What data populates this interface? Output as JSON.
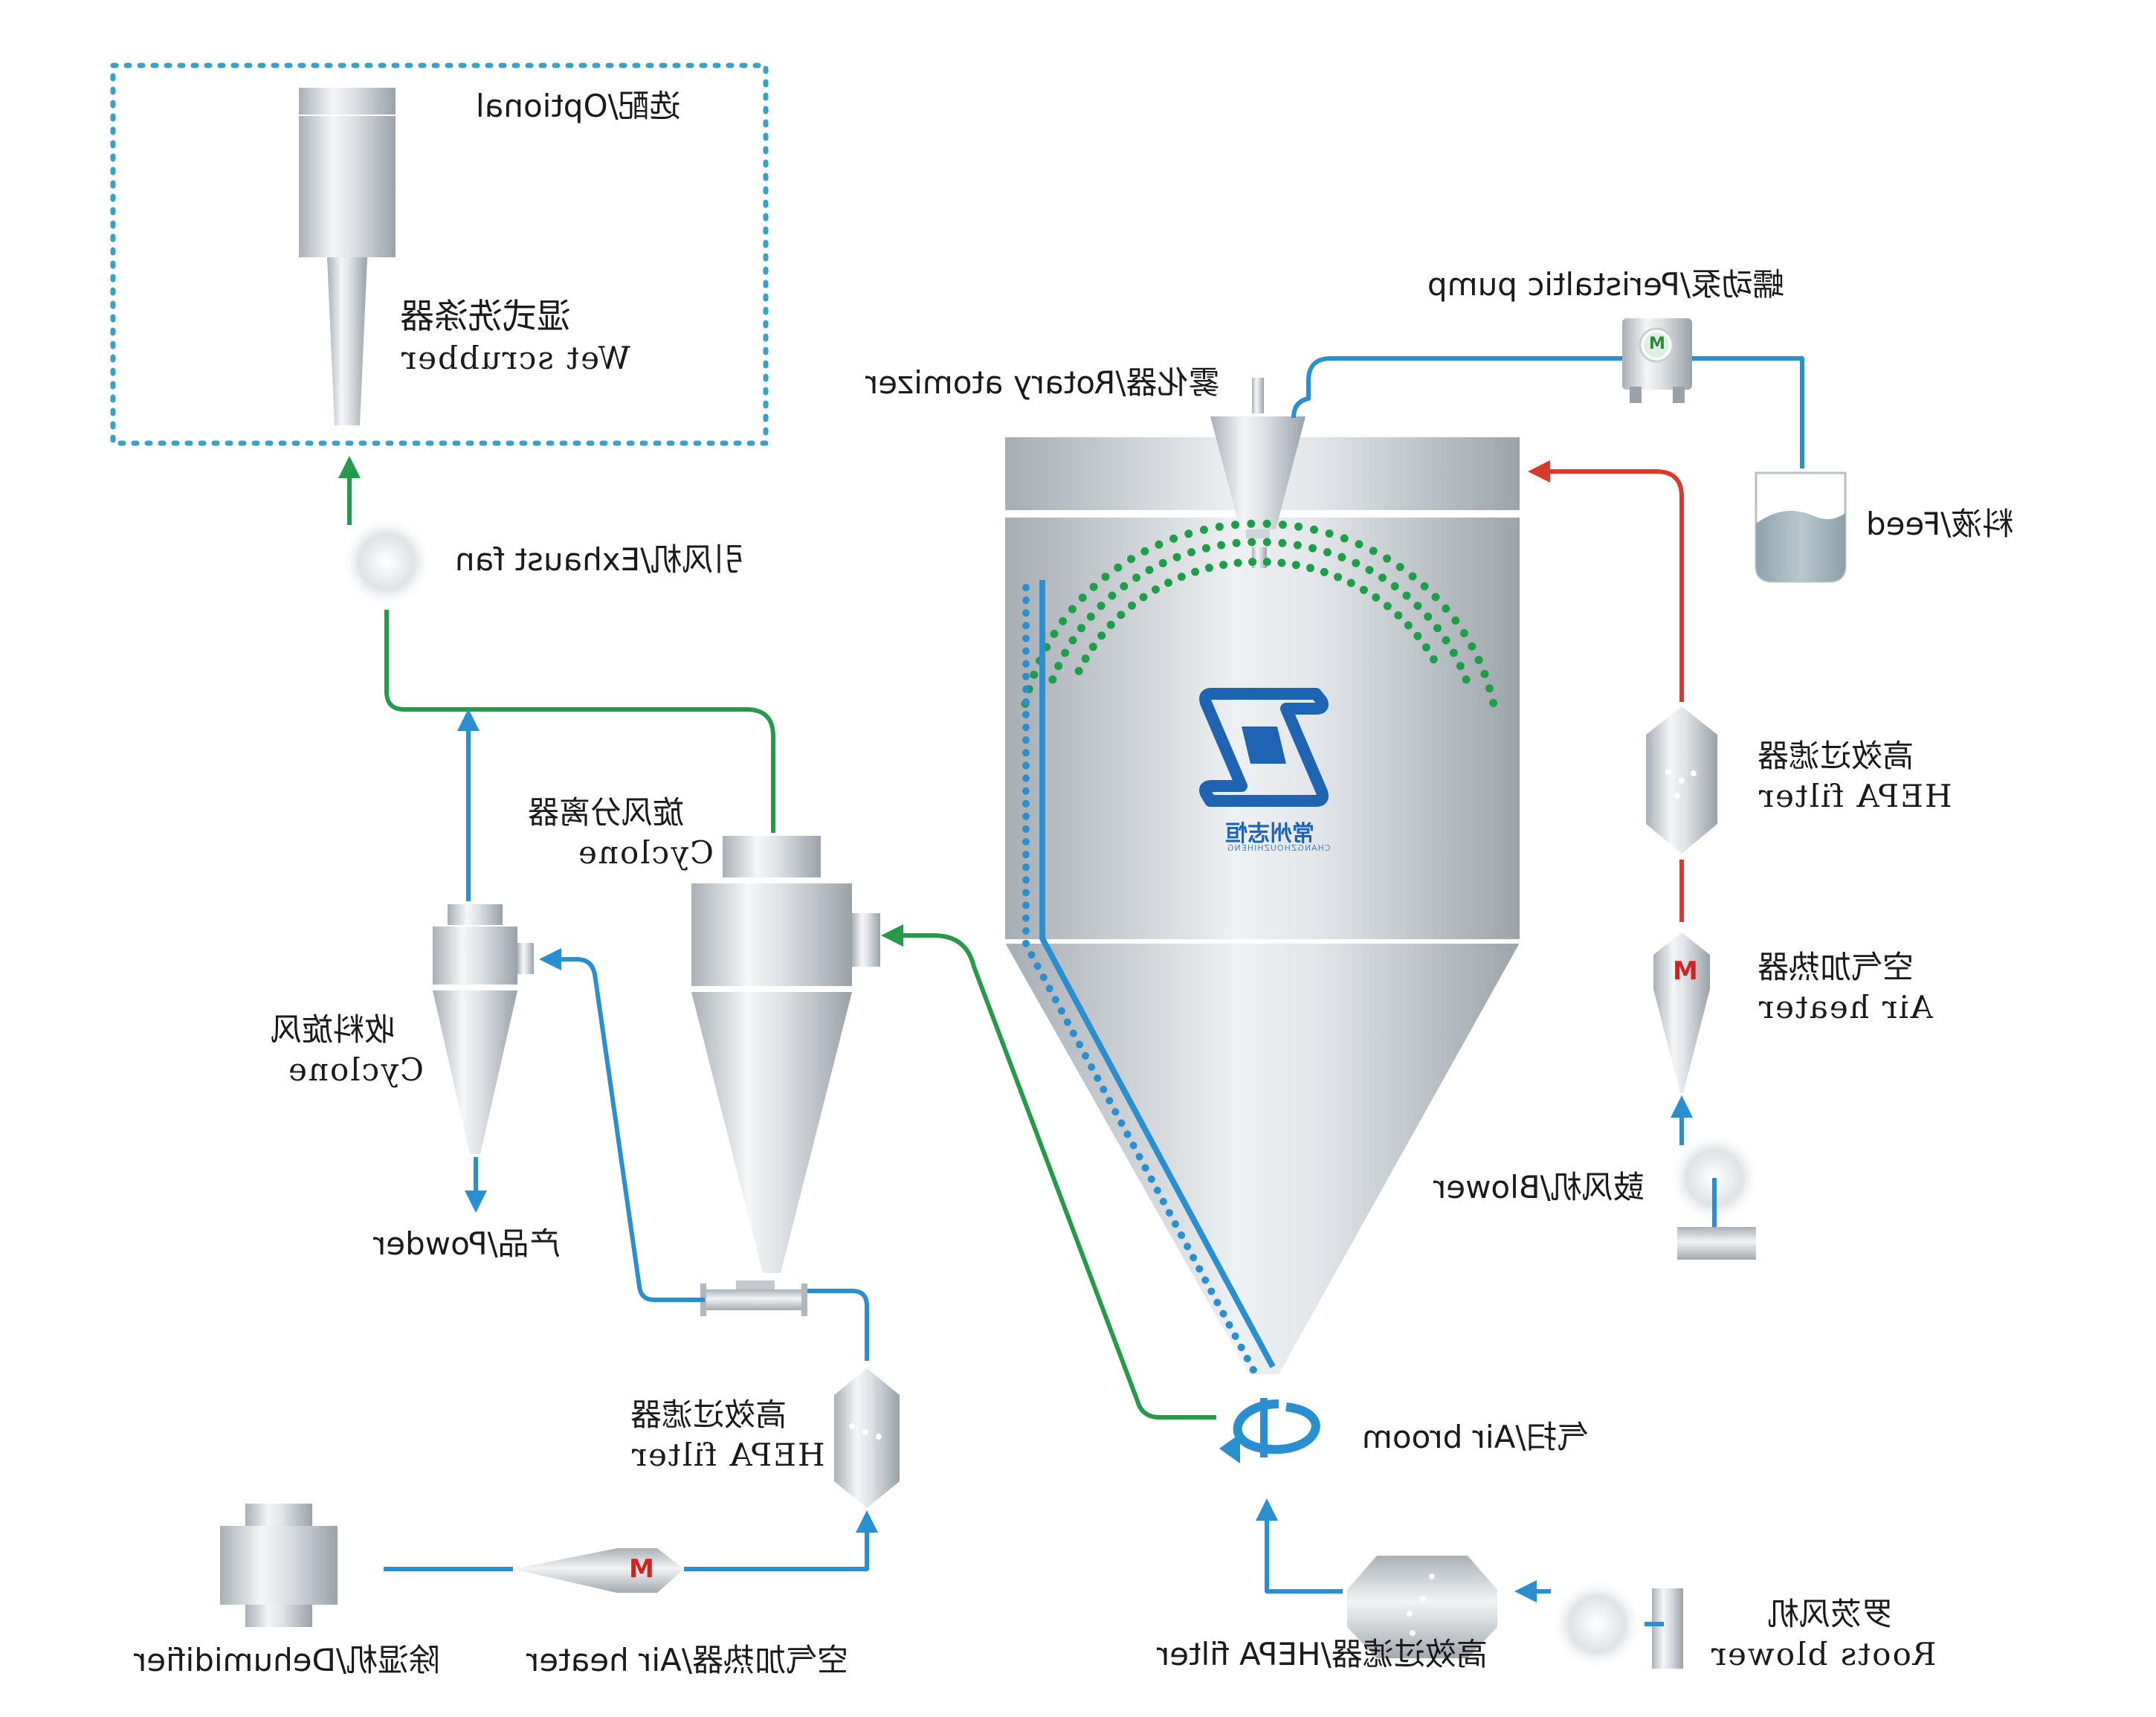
{
  "colors": {
    "flow_blue": "#2a8fd1",
    "flow_red": "#d93a2b",
    "flow_green": "#27994a",
    "optional_border": "#3aa0c8",
    "logo_blue": "#1f63b3",
    "spray_green": "#1e9e4a"
  },
  "optional_box": {
    "title": "选配/Optional",
    "unit": {
      "zh": "湿式洗涤器",
      "en": "Wet scrubber"
    }
  },
  "units": {
    "exhaust_fan": "引风机/Exhaust fan",
    "cyclone_main": {
      "zh": "旋风分离器",
      "en": "Cyclone"
    },
    "cyclone_collect": {
      "zh": "收料旋风",
      "en": "Cyclone"
    },
    "powder": "产品/Powder",
    "hepa_left": {
      "zh": "高效过滤器",
      "en": "HEPA filter"
    },
    "dehumidifier": "除湿机/Dehumidifier",
    "air_heater_bottom": "空气加热器/Air heater",
    "rotary_atomizer": "雾化器/Rotary atomizer",
    "peristaltic_pump": "蠕动泵/Peristaltic pump",
    "feed": "料液/Feed",
    "hepa_right": {
      "zh": "高效过滤器",
      "en": "HEPA filter"
    },
    "air_heater_right": {
      "zh": "空气加热器",
      "en": "Air heater"
    },
    "blower": "鼓风机/Blower",
    "air_broom": "气扫/Air broom",
    "hepa_bottom": "高效过滤器/HEPA filter",
    "roots_blower": {
      "zh": "罗茨风机",
      "en": "Roots blower"
    }
  },
  "logo": {
    "name": "常州志恒",
    "sub": "CHANGZHOUZHIHENG"
  },
  "icons": {
    "motor_symbol": "M",
    "pump_symbol": "M"
  }
}
